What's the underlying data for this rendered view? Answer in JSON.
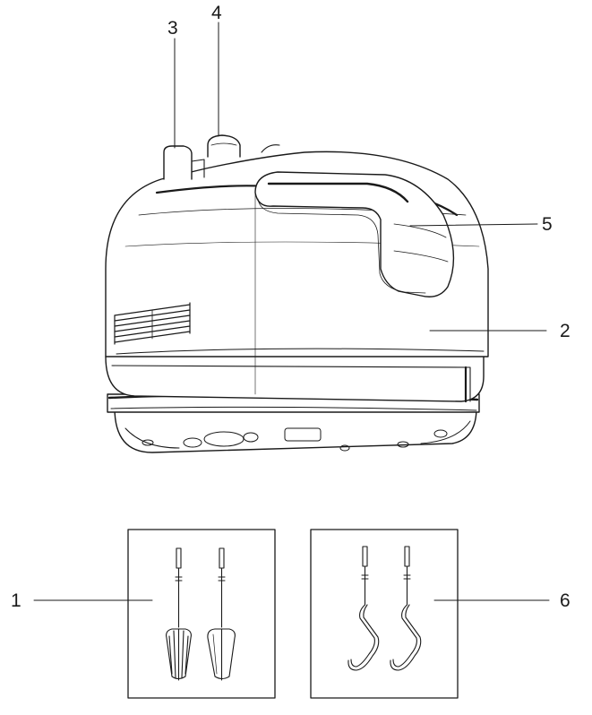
{
  "callouts": [
    {
      "id": "1",
      "label": "1"
    },
    {
      "id": "2",
      "label": "2"
    },
    {
      "id": "3",
      "label": "3"
    },
    {
      "id": "4",
      "label": "4"
    },
    {
      "id": "5",
      "label": "5"
    },
    {
      "id": "6",
      "label": "6"
    }
  ],
  "colors": {
    "line": "#1a1a1a",
    "fill": "#ffffff",
    "shade": "#f2f2f2"
  }
}
